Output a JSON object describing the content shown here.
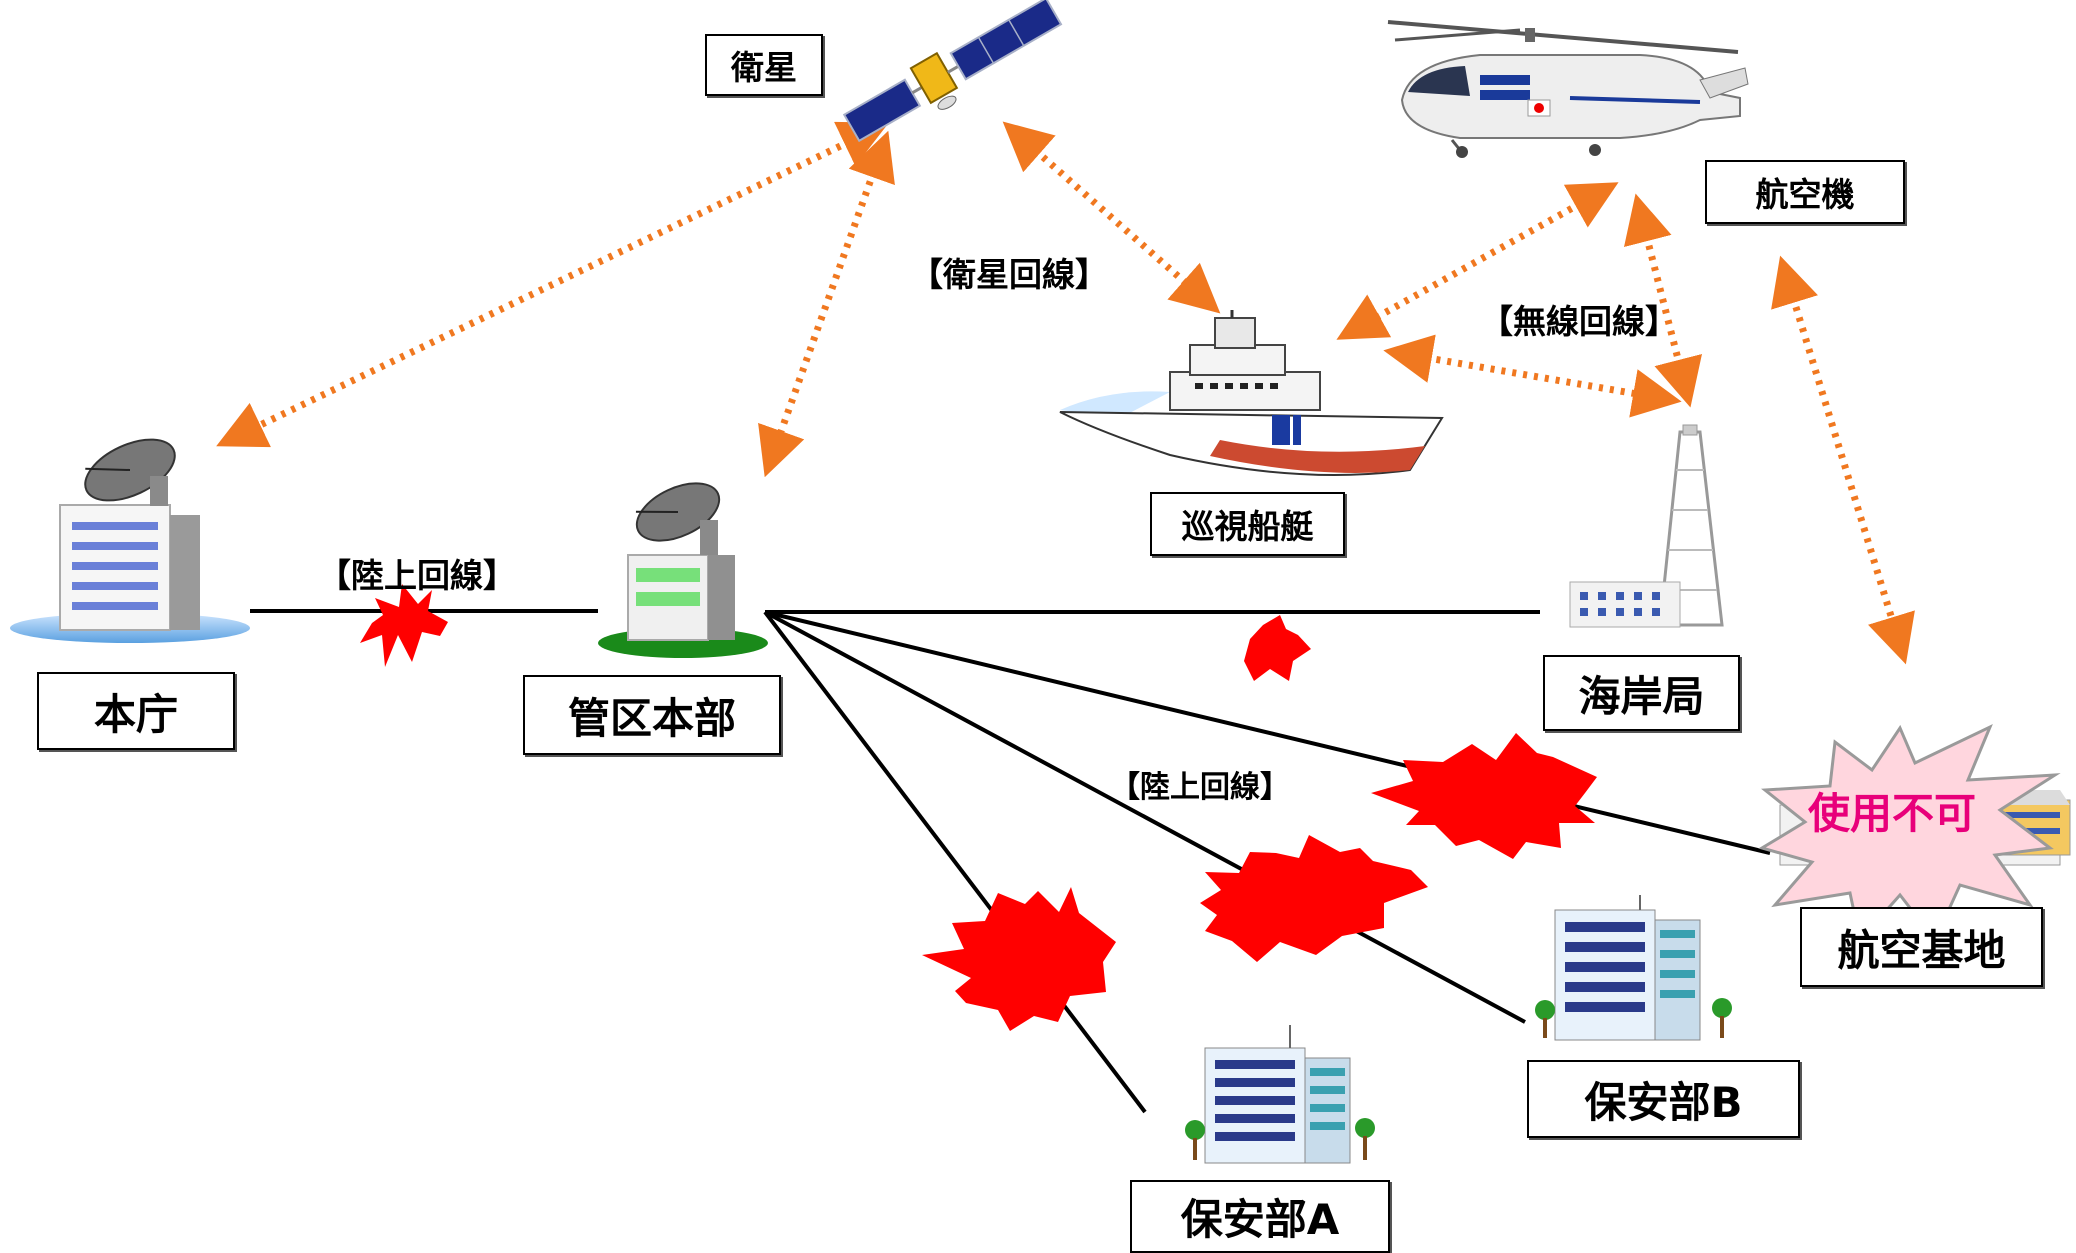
{
  "colors": {
    "link_arrow": "#f07820",
    "land_line": "#000000",
    "break_burst": "#ff0000",
    "unusable_burst": "#ffd6de",
    "unusable_text": "#e8007a",
    "building_glass": "#6aa4d8",
    "green_building": "#77e07a"
  },
  "nodes": {
    "satellite": "衛星",
    "aircraft": "航空機",
    "patrol_vessel": "巡視船艇",
    "hq_agency": "本庁",
    "regional_hq": "管区本部",
    "coastal_station": "海岸局",
    "air_base": "航空基地",
    "office_a": "保安部A",
    "office_b": "保安部B"
  },
  "links": {
    "satellite_line": "【衛星回線】",
    "wireless_line": "【無線回線】",
    "land_line_top": "【陸上回線】",
    "land_line_mid": "【陸上回線】"
  },
  "status": {
    "air_base": "使用不可"
  }
}
